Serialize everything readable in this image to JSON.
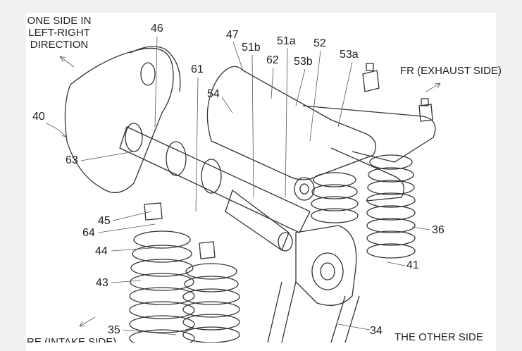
{
  "figure": {
    "direction_labels": {
      "one_side": [
        "ONE SIDE IN",
        "LEFT-RIGHT",
        "DIRECTION"
      ],
      "front": "FR (EXHAUST SIDE)",
      "rear": "RE (INTAKE SIDE)",
      "other_side": "THE OTHER SIDE"
    },
    "refs": {
      "r46": "46",
      "r47": "47",
      "r51b": "51b",
      "r51a": "51a",
      "r52": "52",
      "r53a": "53a",
      "r62": "62",
      "r53b": "53b",
      "r61": "61",
      "r54": "54",
      "r40": "40",
      "r63": "63",
      "r45": "45",
      "r64": "64",
      "r44": "44",
      "r43": "43",
      "r35": "35",
      "r36": "36",
      "r41": "41",
      "r34": "34"
    }
  }
}
